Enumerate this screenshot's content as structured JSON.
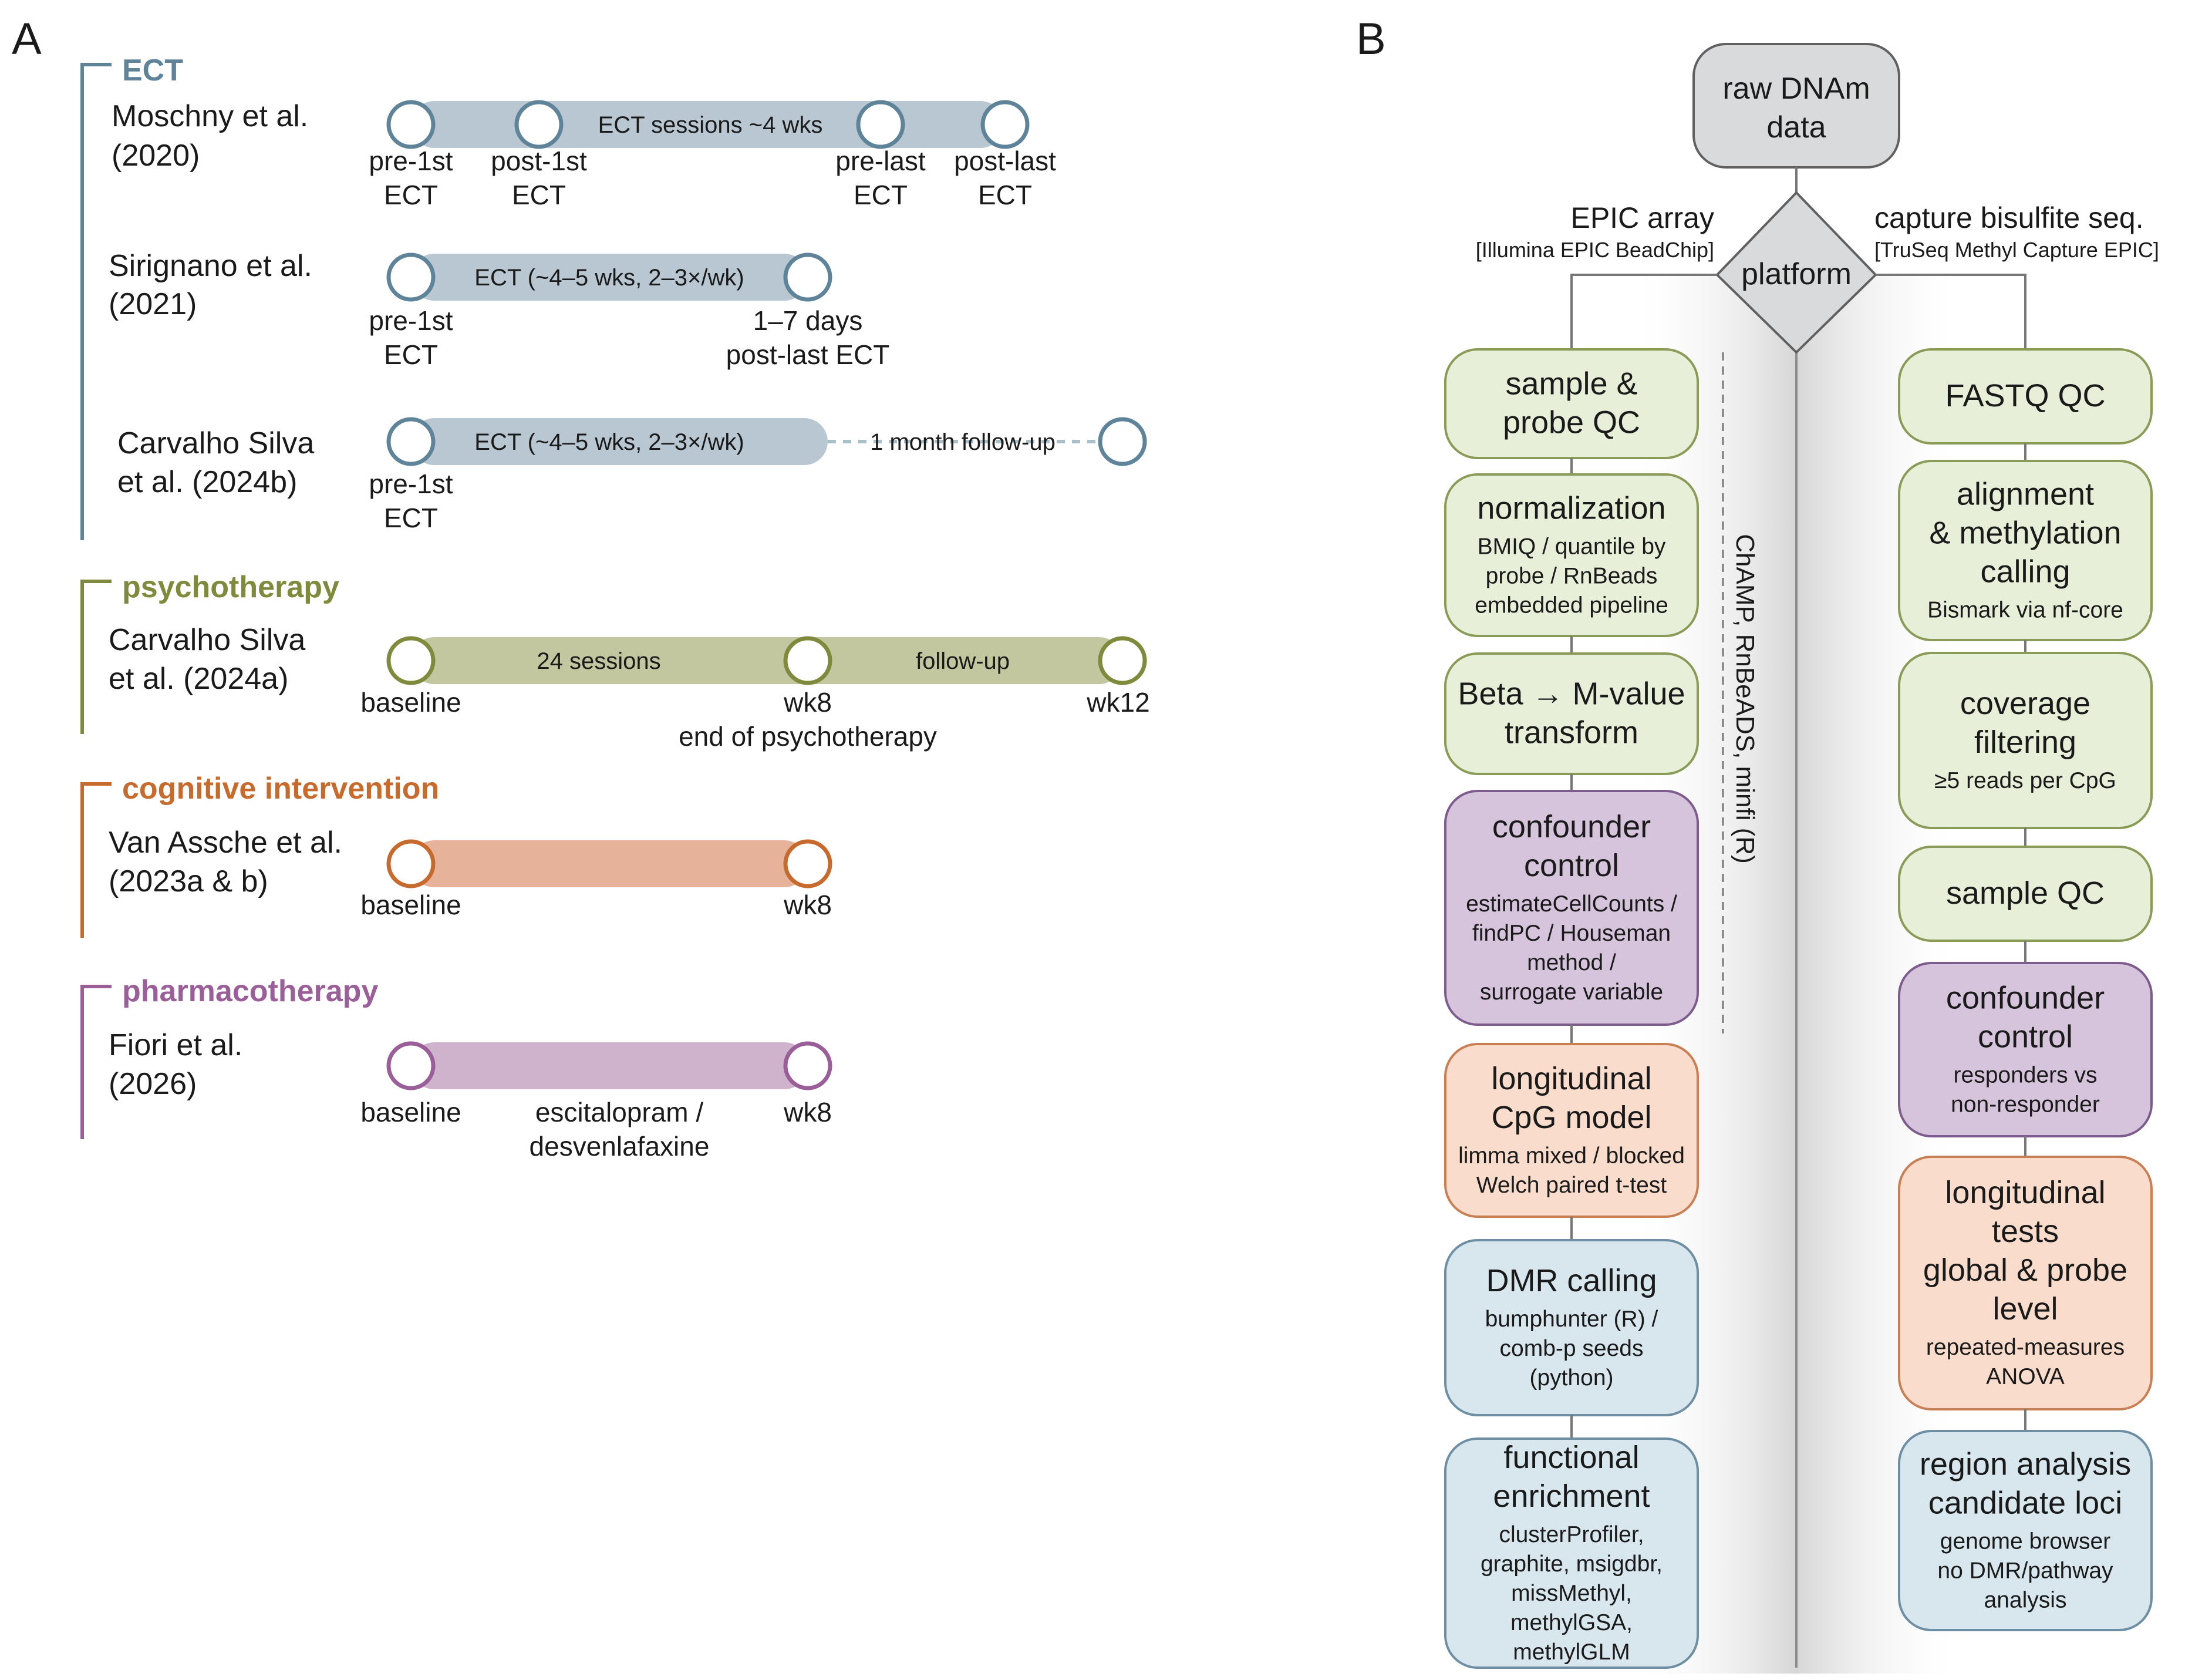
{
  "panel_a": {
    "letter": "A",
    "groups": [
      {
        "name": "ECT",
        "color": "#5f849a",
        "studies": [
          {
            "label": [
              "Moschny et al.",
              "(2020)"
            ],
            "bar": {
              "fill": "#b8c7d1",
              "segments": [
                "ECT sessions ~4 wks"
              ]
            },
            "points": [
              [
                "pre-1st",
                "ECT"
              ],
              [
                "post-1st",
                "ECT"
              ],
              [
                "pre-last",
                "ECT"
              ],
              [
                "post-last",
                "ECT"
              ]
            ]
          },
          {
            "label": [
              "Sirignano et al.",
              "(2021)"
            ],
            "bar": {
              "fill": "#b8c7d1",
              "segments": [
                "ECT (~4–5 wks, 2–3×/wk)"
              ]
            },
            "points": [
              [
                "pre-1st",
                "ECT"
              ],
              [
                "1–7 days",
                "post-last ECT"
              ]
            ]
          },
          {
            "label": [
              "Carvalho Silva",
              "et al.  (2024b)"
            ],
            "bar": {
              "fill": "#b8c7d1",
              "segments": [
                "ECT (~4–5 wks, 2–3×/wk)",
                "1 month follow-up"
              ]
            },
            "points": [
              [
                "pre-1st",
                "ECT"
              ]
            ]
          }
        ]
      },
      {
        "name": "psychotherapy",
        "color": "#7f8a3c",
        "studies": [
          {
            "label": [
              "Carvalho Silva",
              "et al.  (2024a)"
            ],
            "bar": {
              "fill": "#c2c79f",
              "segments": [
                "24 sessions",
                "follow-up"
              ]
            },
            "points": [
              [
                "baseline"
              ],
              [
                "wk8",
                "end of psychotherapy"
              ],
              [
                "wk12"
              ]
            ]
          }
        ]
      },
      {
        "name": "cognitive intervention",
        "color": "#c66a2e",
        "studies": [
          {
            "label": [
              "Van Assche et al.",
              "(2023a & b)"
            ],
            "bar": {
              "fill": "#e6b29a",
              "segments": []
            },
            "points": [
              [
                "baseline"
              ],
              [
                "wk8"
              ]
            ]
          }
        ]
      },
      {
        "name": "pharmacotherapy",
        "color": "#9a5e98",
        "studies": [
          {
            "label": [
              "Fiori et al.",
              "(2026)"
            ],
            "bar": {
              "fill": "#cfb3cd",
              "segments": []
            },
            "points": [
              [
                "baseline"
              ],
              [
                "escitalopram /",
                "desvenlafaxine"
              ],
              [
                "wk8"
              ]
            ]
          }
        ]
      }
    ]
  },
  "panel_b": {
    "letter": "B",
    "start": [
      "raw DNAm",
      "data"
    ],
    "decision": "platform",
    "left_branch": {
      "title": "EPIC array",
      "subtitle": "[Illumina EPIC BeadChip]"
    },
    "right_branch": {
      "title": "capture bisulfite seq.",
      "subtitle": "[TruSeq Methyl Capture EPIC]"
    },
    "tool_note": "ChAMP, RnBeADS, minfi (R)",
    "left_steps": [
      {
        "title": [
          "sample &",
          "probe QC"
        ],
        "detail": [],
        "kind": "qc"
      },
      {
        "title": [
          "normalization"
        ],
        "detail": [
          "BMIQ / quantile by",
          "probe / RnBeads",
          "embedded pipeline"
        ],
        "kind": "qc"
      },
      {
        "title": [
          "Beta → M-value",
          "transform"
        ],
        "detail": [],
        "kind": "qc"
      },
      {
        "title": [
          "confounder",
          "control"
        ],
        "detail": [
          "estimateCellCounts /",
          "findPC / Houseman",
          "method /",
          "surrogate variable"
        ],
        "kind": "confounder"
      },
      {
        "title": [
          "longitudinal",
          "CpG model"
        ],
        "detail": [
          "limma mixed / blocked",
          "Welch paired t-test"
        ],
        "kind": "model"
      },
      {
        "title": [
          "DMR calling"
        ],
        "detail": [
          "bumphunter (R) /",
          "comb-p seeds",
          "(python)"
        ],
        "kind": "analysis"
      },
      {
        "title": [
          "functional",
          "enrichment"
        ],
        "detail": [
          "clusterProfiler,",
          "graphite, msigdbr,",
          "missMethyl,",
          "methylGSA,",
          "methylGLM"
        ],
        "kind": "analysis"
      }
    ],
    "right_steps": [
      {
        "title": [
          "FASTQ QC"
        ],
        "detail": [],
        "kind": "qc"
      },
      {
        "title": [
          "alignment",
          "& methylation",
          "calling"
        ],
        "detail": [
          "Bismark via nf-core"
        ],
        "kind": "qc"
      },
      {
        "title": [
          "coverage",
          "filtering"
        ],
        "detail": [
          "≥5 reads per CpG"
        ],
        "kind": "qc"
      },
      {
        "title": [
          "sample QC"
        ],
        "detail": [],
        "kind": "qc"
      },
      {
        "title": [
          "confounder",
          "control"
        ],
        "detail": [
          "responders vs",
          "non-responder"
        ],
        "kind": "confounder"
      },
      {
        "title": [
          "longitudinal",
          "tests",
          "global & probe",
          "level"
        ],
        "detail": [
          "repeated-measures",
          "ANOVA"
        ],
        "kind": "model"
      },
      {
        "title": [
          "region analysis",
          "candidate loci"
        ],
        "detail": [
          "genome browser",
          "no DMR/pathway",
          "analysis"
        ],
        "kind": "analysis"
      }
    ],
    "colors": {
      "qc": {
        "fill": "#e8efd9",
        "stroke": "#8a9a57"
      },
      "confounder": {
        "fill": "#d6c4dc",
        "stroke": "#7d5c8d"
      },
      "model": {
        "fill": "#fadccc",
        "stroke": "#c87f54"
      },
      "analysis": {
        "fill": "#d8e6ee",
        "stroke": "#6e8ea3"
      },
      "start": {
        "fill": "#d9dadb",
        "stroke": "#606060"
      }
    }
  }
}
